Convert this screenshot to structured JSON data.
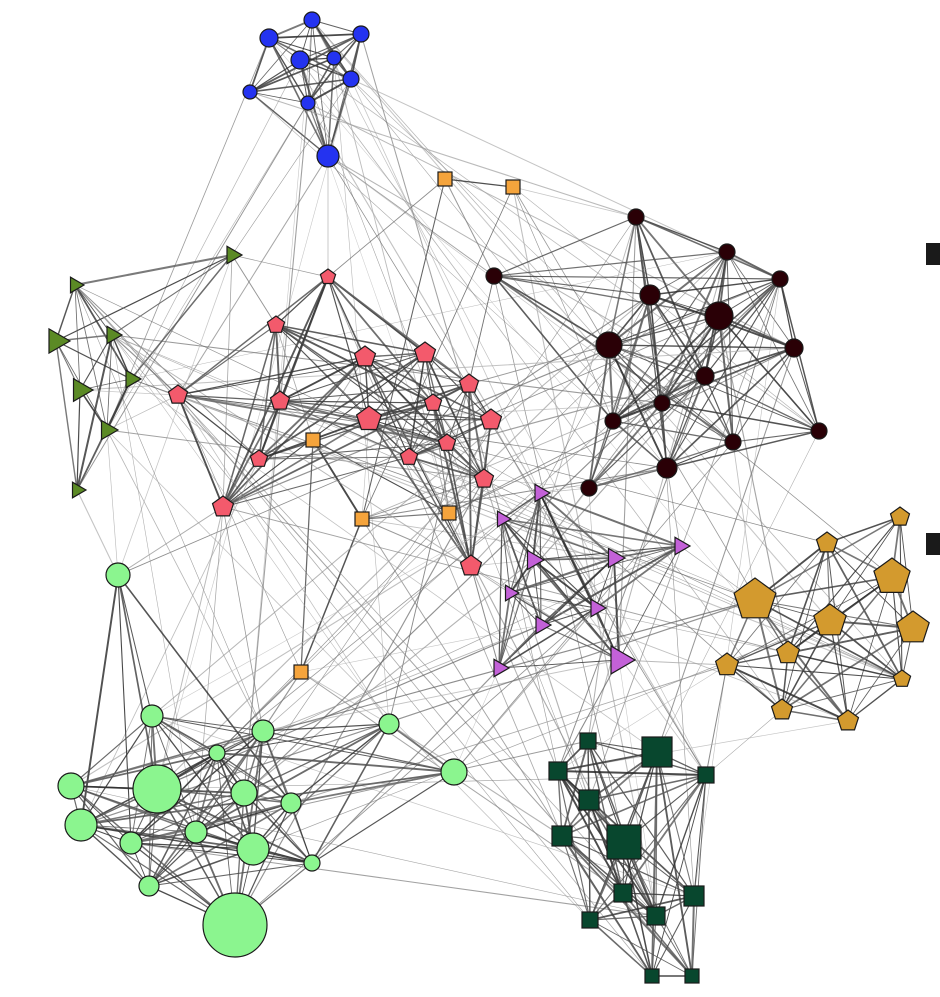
{
  "palette": {
    "blue": "#2433f0",
    "orange": "#f5a43c",
    "maroon": "#2a0006",
    "olive": "#5b8a25",
    "salmon": "#f35a6c",
    "violet": "#c361d8",
    "gold": "#d39a2e",
    "mint": "#8bf58f",
    "darkgreen": "#08472e"
  },
  "node_groups": [
    {
      "name": "blue-circles",
      "shape": "circle",
      "color_key": "blue"
    },
    {
      "name": "orange-squares",
      "shape": "square",
      "color_key": "orange"
    },
    {
      "name": "maroon-circles",
      "shape": "circle",
      "color_key": "maroon"
    },
    {
      "name": "olive-triangles",
      "shape": "triangle-right",
      "color_key": "olive"
    },
    {
      "name": "salmon-pentagons",
      "shape": "pentagon",
      "color_key": "salmon"
    },
    {
      "name": "violet-triangles",
      "shape": "triangle-right",
      "color_key": "violet"
    },
    {
      "name": "gold-pentagons",
      "shape": "pentagon",
      "color_key": "gold"
    },
    {
      "name": "mint-circles",
      "shape": "circle",
      "color_key": "mint"
    },
    {
      "name": "darkgreen-squares",
      "shape": "square",
      "color_key": "darkgreen"
    }
  ]
}
